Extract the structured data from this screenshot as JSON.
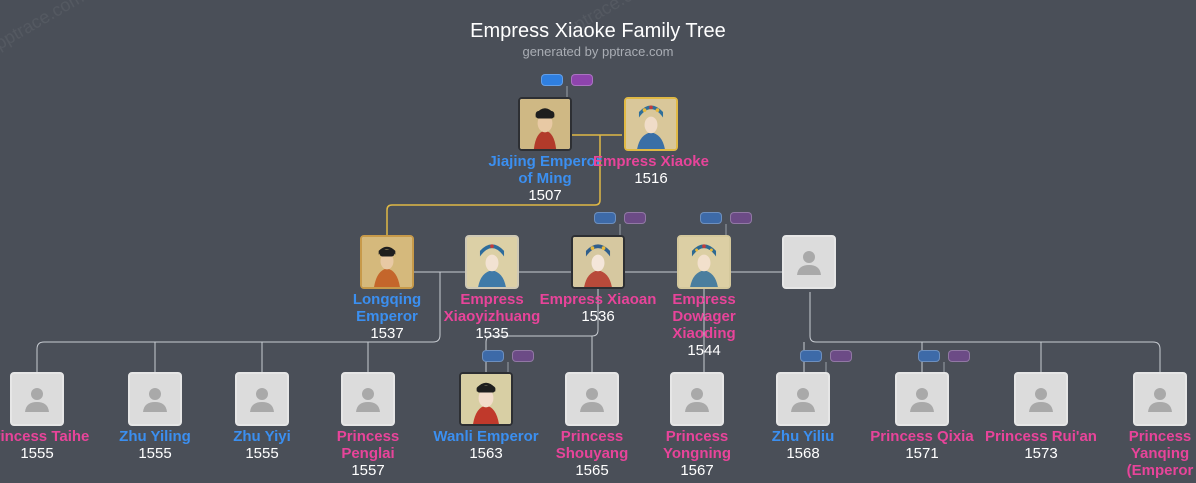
{
  "header": {
    "title": "Empress Xiaoke Family Tree",
    "subtitle": "generated by pptrace.com",
    "watermark": "pptrace.com"
  },
  "colors": {
    "background": "#4a4f58",
    "male": "#3b8ff0",
    "female": "#e8449a",
    "spouse_link": "#e0b945"
  },
  "generations": {
    "g1": [
      {
        "id": "jiajing",
        "name": "Jiajing Emperor of Ming",
        "year": "1507",
        "gender": "m",
        "photo": "portrait"
      },
      {
        "id": "xiaoke",
        "name": "Empress Xiaoke",
        "year": "1516",
        "gender": "f",
        "photo": "portrait"
      }
    ],
    "g2": [
      {
        "id": "longqing",
        "name": "Longqing Emperor",
        "year": "1537",
        "gender": "m",
        "photo": "portrait"
      },
      {
        "id": "xiaoyizhuang",
        "name": "Empress Xiaoyizhuang",
        "year": "1535",
        "gender": "f",
        "photo": "portrait"
      },
      {
        "id": "xiaoan",
        "name": "Empress Xiaoan",
        "year": "1536",
        "gender": "f",
        "photo": "portrait"
      },
      {
        "id": "xiaoding",
        "name": "Empress Dowager Xiaoding",
        "year": "1544",
        "gender": "f",
        "photo": "portrait"
      },
      {
        "id": "unknown",
        "name": "",
        "year": "",
        "gender": "f",
        "photo": "placeholder"
      }
    ],
    "g3": [
      {
        "id": "taihe",
        "name": "Princess Taihe",
        "year": "1555",
        "gender": "f",
        "photo": "placeholder"
      },
      {
        "id": "yiling",
        "name": "Zhu Yiling",
        "year": "1555",
        "gender": "m",
        "photo": "placeholder"
      },
      {
        "id": "yiyi",
        "name": "Zhu Yiyi",
        "year": "1555",
        "gender": "m",
        "photo": "placeholder"
      },
      {
        "id": "penglai",
        "name": "Princess Penglai",
        "year": "1557",
        "gender": "f",
        "photo": "placeholder"
      },
      {
        "id": "wanli",
        "name": "Wanli Emperor",
        "year": "1563",
        "gender": "m",
        "photo": "portrait"
      },
      {
        "id": "shouyang",
        "name": "Princess Shouyang",
        "year": "1565",
        "gender": "f",
        "photo": "placeholder"
      },
      {
        "id": "yongning",
        "name": "Princess Yongning",
        "year": "1567",
        "gender": "f",
        "photo": "placeholder"
      },
      {
        "id": "yiliu",
        "name": "Zhu Yiliu",
        "year": "1568",
        "gender": "m",
        "photo": "placeholder"
      },
      {
        "id": "qixia",
        "name": "Princess Qixia",
        "year": "1571",
        "gender": "f",
        "photo": "placeholder"
      },
      {
        "id": "ruian",
        "name": "Princess Rui'an",
        "year": "1573",
        "gender": "f",
        "photo": "placeholder"
      },
      {
        "id": "yanqing",
        "name": "Princess Yanqing (Emperor",
        "year": "",
        "gender": "f",
        "photo": "placeholder"
      }
    ]
  }
}
